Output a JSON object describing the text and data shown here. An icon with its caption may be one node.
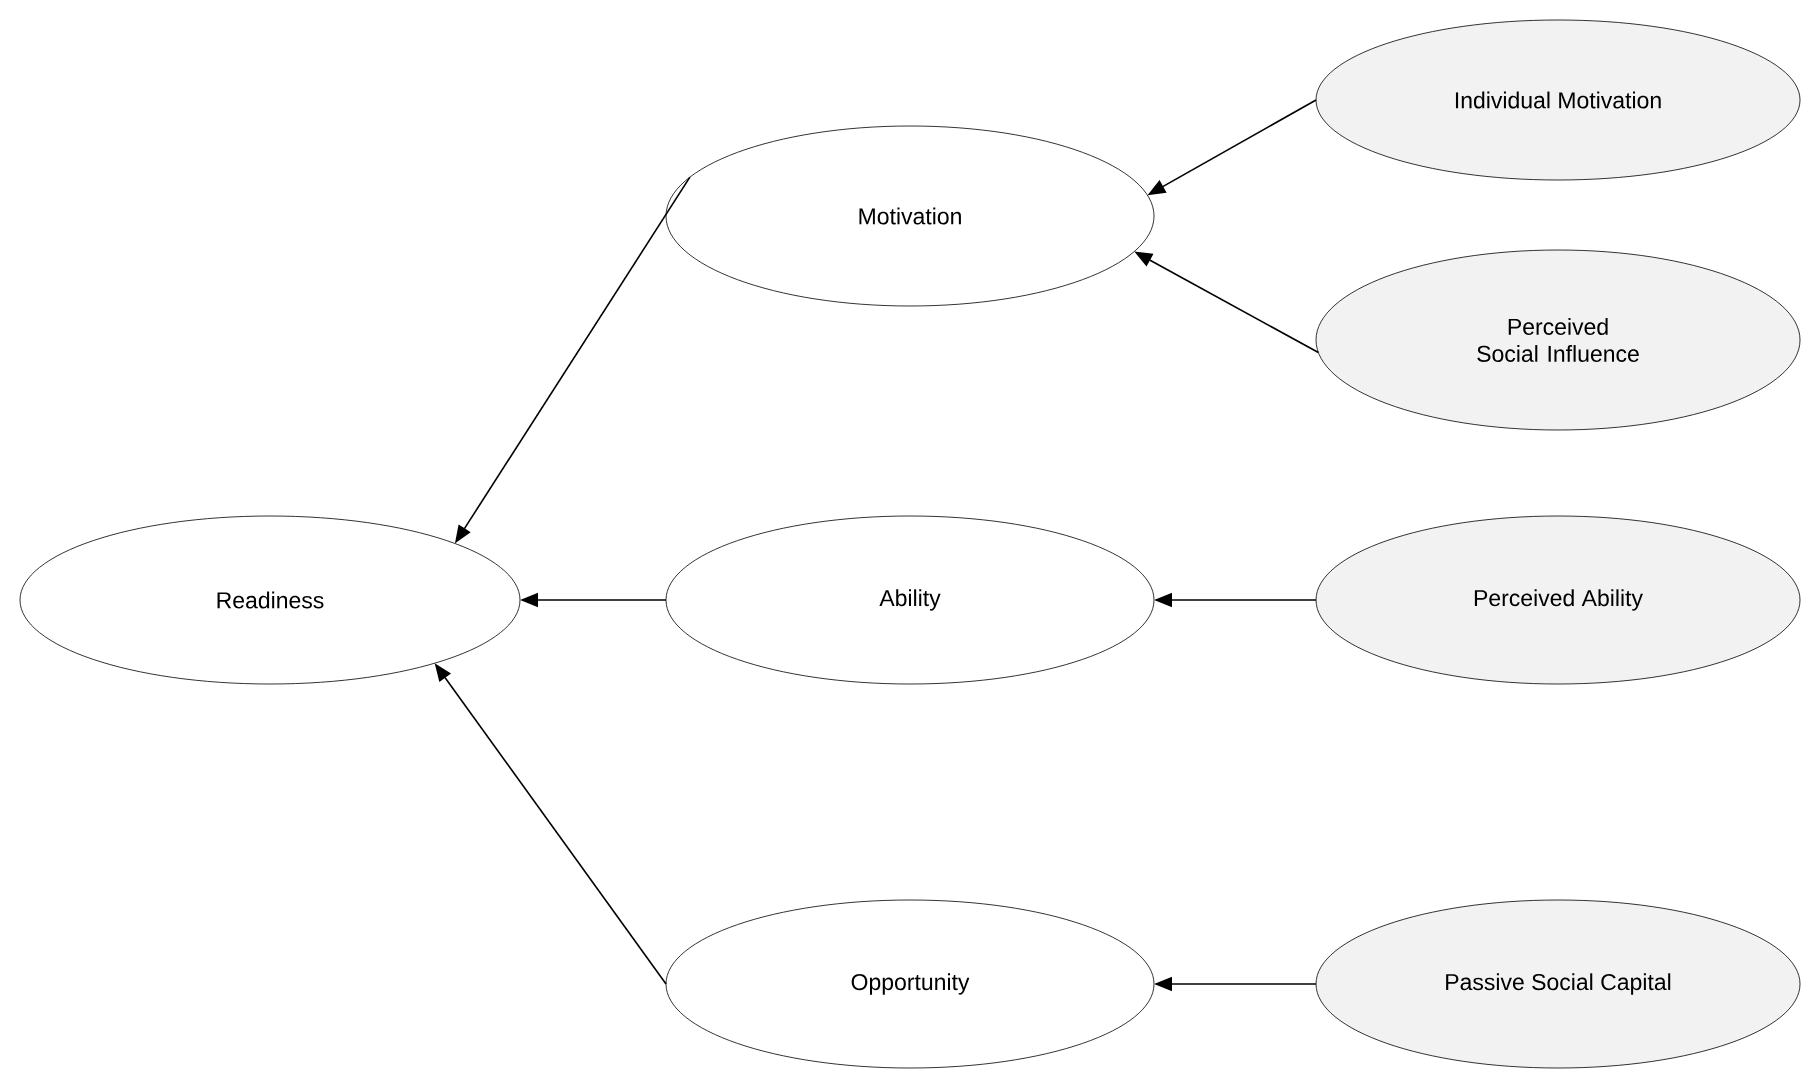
{
  "diagram": {
    "nodes": [
      {
        "text": [
          "Readiness"
        ]
      },
      {
        "text": [
          "Motivation"
        ]
      },
      {
        "text": [
          "Individual Motivation"
        ]
      },
      {
        "text": [
          "Perceived Social Influence"
        ]
      },
      {
        "text": [
          "Ability"
        ]
      },
      {
        "text": [
          "Perceived Ability"
        ]
      },
      {
        "text": [
          "Opportunity"
        ]
      },
      {
        "text": [
          "Passive Social Capital"
        ]
      }
    ],
    "edges": [
      {
        "from": 1,
        "to": 0,
        "arrow": "to"
      },
      {
        "from": 4,
        "to": 0,
        "arrow": "to"
      },
      {
        "from": 6,
        "to": 0,
        "arrow": "to"
      },
      {
        "from": 2,
        "to": 1,
        "arrow": "to"
      },
      {
        "from": 3,
        "to": 1,
        "arrow": "to"
      },
      {
        "from": 5,
        "to": 4,
        "arrow": "to"
      },
      {
        "from": 7,
        "to": 6,
        "arrow": "to"
      }
    ]
  }
}
